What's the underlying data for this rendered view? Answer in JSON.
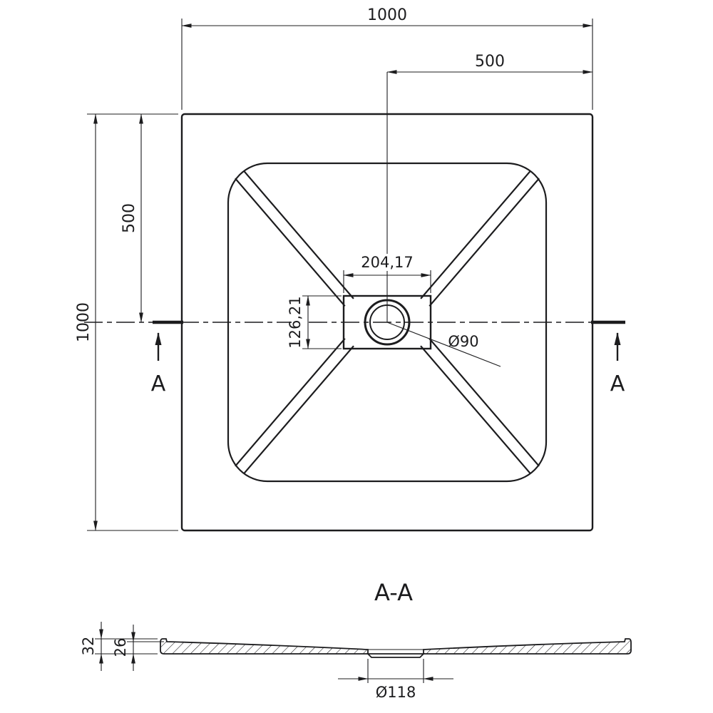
{
  "colors": {
    "ink": "#1c1c1e",
    "background": "#ffffff"
  },
  "top_view": {
    "dim_width_total": "1000",
    "dim_width_half": "500",
    "dim_height_total": "1000",
    "dim_height_half": "500",
    "dim_drain_width": "204,17",
    "dim_drain_height": "126,21",
    "drain_diameter_label": "Ø90",
    "section_marker_left": "A",
    "section_marker_right": "A"
  },
  "section_view": {
    "title": "A-A",
    "dim_total_thickness": "32",
    "dim_base_thickness": "26",
    "drain_hole_label": "Ø118"
  }
}
